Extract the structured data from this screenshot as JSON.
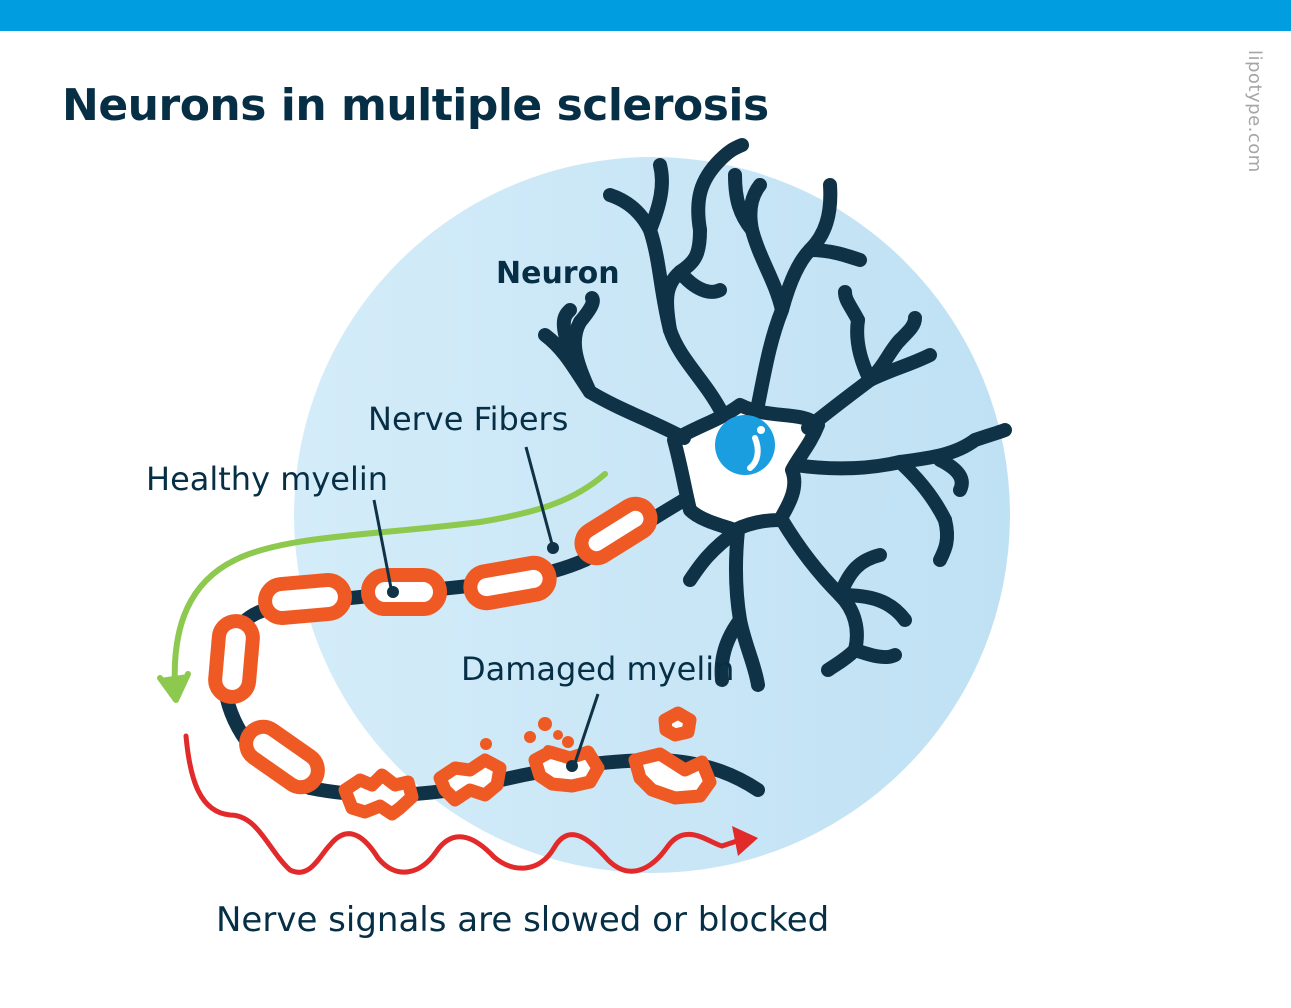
{
  "header": {
    "accent_color": "#009ee0"
  },
  "title": "Neurons in multiple sclerosis",
  "watermark": "lipotype.com",
  "labels": {
    "neuron": "Neuron",
    "nerve_fibers": "Nerve Fibers",
    "healthy_myelin": "Healthy myelin",
    "damaged_myelin": "Damaged myelin",
    "signal_note": "Nerve signals are slowed or blocked"
  },
  "colors": {
    "background_circle": "#c8e6f6",
    "neuron": "#0f3246",
    "nucleus": "#1a9ee0",
    "myelin": "#ef5a24",
    "healthy_arrow": "#8cc94e",
    "blocked_signal": "#e22a2a",
    "text": "#062f46"
  },
  "icons": [
    "neuron-icon",
    "nucleus-icon",
    "myelin-segment-icon",
    "healthy-signal-arrow-icon",
    "blocked-signal-arrow-icon"
  ]
}
